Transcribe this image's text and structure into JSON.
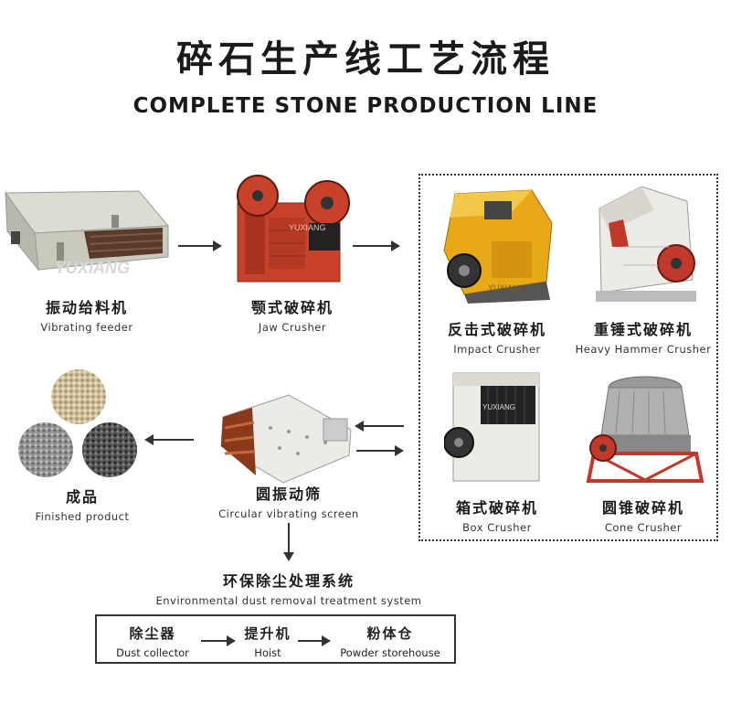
{
  "title": {
    "cn": "碎石生产线工艺流程",
    "en": "COMPLETE STONE PRODUCTION LINE"
  },
  "watermark": "YUXIANG",
  "nodes": {
    "vibrating_feeder": {
      "cn": "振动给料机",
      "en": "Vibrating feeder"
    },
    "jaw_crusher": {
      "cn": "颚式破碎机",
      "en": "Jaw Crusher"
    },
    "impact_crusher": {
      "cn": "反击式破碎机",
      "en": "Impact Crusher"
    },
    "heavy_hammer_crusher": {
      "cn": "重锤式破碎机",
      "en": "Heavy Hammer Crusher"
    },
    "box_crusher": {
      "cn": "箱式破碎机",
      "en": "Box Crusher"
    },
    "cone_crusher": {
      "cn": "圆锥破碎机",
      "en": "Cone Crusher"
    },
    "circular_vibrating_screen": {
      "cn": "圆振动筛",
      "en": "Circular vibrating screen"
    },
    "finished_product": {
      "cn": "成品",
      "en": "Finished product"
    }
  },
  "dust_system": {
    "title_cn": "环保除尘处理系统",
    "title_en": "Environmental dust removal treatment system",
    "steps": [
      {
        "cn": "除尘器",
        "en": "Dust collector"
      },
      {
        "cn": "提升机",
        "en": "Hoist"
      },
      {
        "cn": "粉体仓",
        "en": "Powder storehouse"
      }
    ]
  },
  "colors": {
    "jaw_red": "#c8412a",
    "impact_yellow": "#e8a818",
    "machine_white": "#ecebe6",
    "frame_red": "#c0392b",
    "line": "#333333"
  }
}
